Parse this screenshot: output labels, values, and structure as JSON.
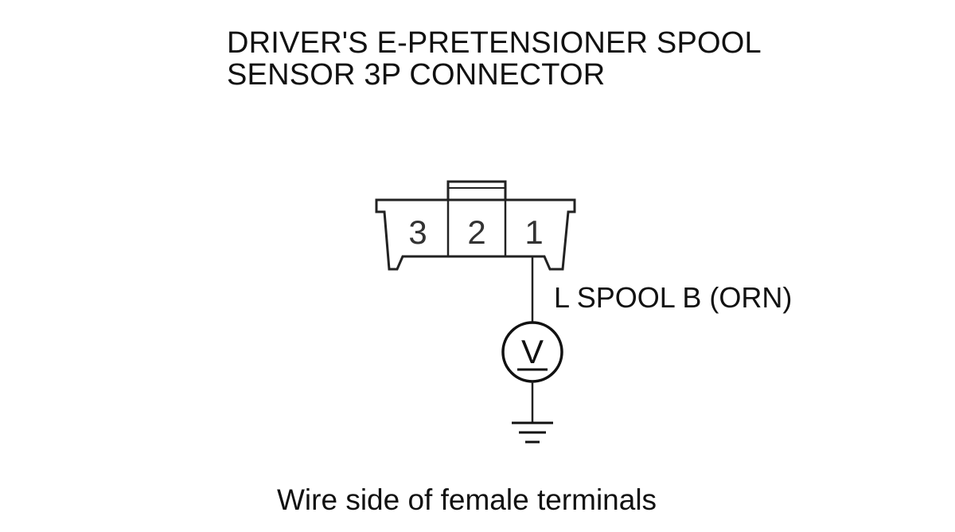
{
  "title": {
    "line1": "DRIVER'S E-PRETENSIONER SPOOL",
    "line2": "SENSOR 3P CONNECTOR"
  },
  "connector": {
    "terminals": [
      "3",
      "2",
      "1"
    ]
  },
  "wire": {
    "label": "L SPOOL B (ORN)"
  },
  "meter": {
    "symbol": "V"
  },
  "caption": "Wire side of female terminals"
}
